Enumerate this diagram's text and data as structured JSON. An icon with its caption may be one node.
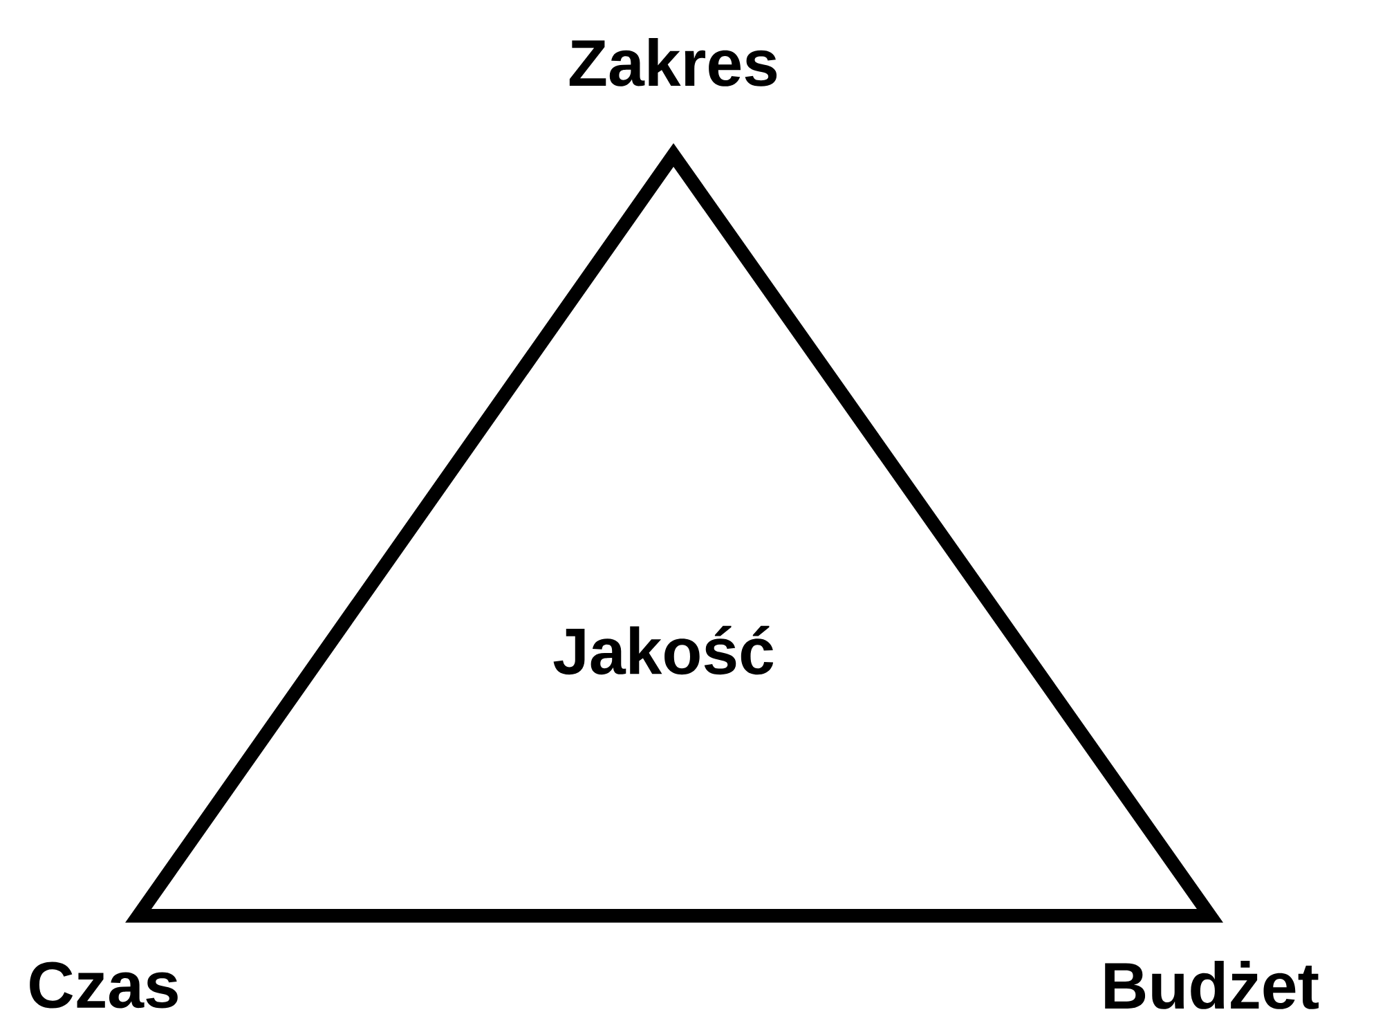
{
  "diagram": {
    "nodes": [
      {
        "text": [
          "Jakość"
        ]
      }
    ],
    "labels": [
      "Zakres",
      "Czas",
      "Budżet"
    ]
  }
}
